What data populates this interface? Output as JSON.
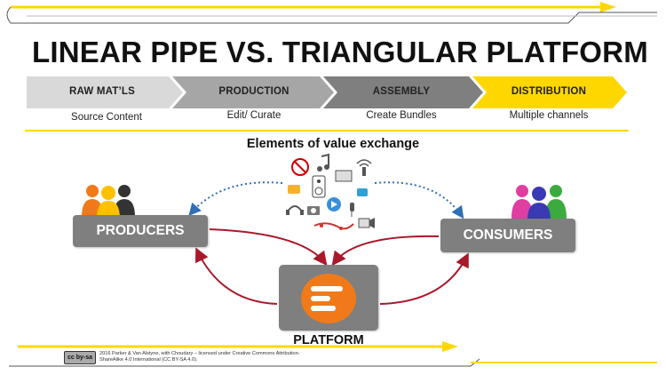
{
  "title": "LINEAR PIPE VS. TRIANGULAR PLATFORM",
  "stages": [
    {
      "label": "RAW MAT’LS",
      "sub": "Source Content",
      "color": "#d9d9d9"
    },
    {
      "label": "PRODUCTION",
      "sub": "Edit/ Curate",
      "color": "#a6a6a6"
    },
    {
      "label": "ASSEMBLY",
      "sub": "Create Bundles",
      "color": "#7f7f7f"
    },
    {
      "label": "DISTRIBUTION",
      "sub": "Multiple channels",
      "color": "#ffd700"
    }
  ],
  "exchange_title": "Elements of value exchange",
  "producers": "PRODUCERS",
  "consumers": "CONSUMERS",
  "platform": "PLATFORM",
  "footer": {
    "badge": "cc by-sa",
    "text": "2016 Parker & Van Alstyne, with Choudary – licensed under Creative Commons Attribution-ShareAlike 4.0 International (CC BY-SA 4.0)."
  },
  "colors": {
    "accent_yellow": "#ffd700",
    "arrow_red": "#a8192b",
    "dotted_blue": "#2f6fb5",
    "box_gray": "#7f7f7f",
    "platform_orange": "#f07a1a"
  },
  "icons": [
    "no-music-icon",
    "music-note-icon",
    "wifi-signal-icon",
    "tv-icon",
    "speaker-icon",
    "microphone-icon",
    "play-button-icon",
    "chat-icon",
    "sheet-music-icon",
    "camera-icon",
    "video-icon",
    "headphones-icon"
  ]
}
